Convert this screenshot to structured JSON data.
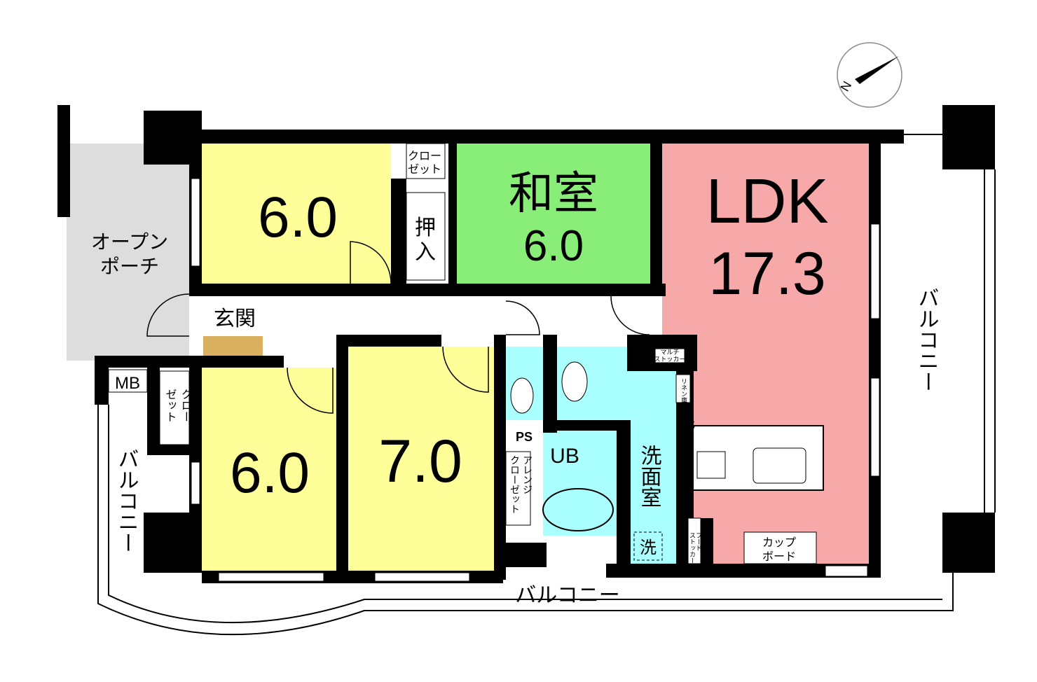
{
  "colors": {
    "western_room": "#ffff99",
    "washitsu": "#88ee77",
    "ldk": "#f7a8a8",
    "water": "#aaffff",
    "porch": "#dddddd",
    "wall": "#000000"
  },
  "compass": {
    "label": "N"
  },
  "rooms": {
    "room1": {
      "size": "6.0"
    },
    "closet1": {
      "l1": "クロー",
      "l2": "ゼット"
    },
    "oshiire": {
      "l1": "押",
      "l2": "入"
    },
    "washitsu": {
      "name": "和室",
      "size": "6.0"
    },
    "ldk": {
      "name": "LDK",
      "size": "17.3"
    },
    "porch": {
      "l1": "オープン",
      "l2": "ポーチ"
    },
    "genkan": {
      "name": "玄関"
    },
    "mb": {
      "name": "MB"
    },
    "closet2": {
      "l1": "クロー",
      "l2": "ゼット"
    },
    "room2": {
      "size": "6.0"
    },
    "room3": {
      "size": "7.0"
    },
    "arrange": {
      "l1": "アレンジ",
      "l2": "クローゼット"
    },
    "ps1": {
      "name": "PS"
    },
    "ps2": {
      "name": "PS"
    },
    "ub": {
      "name": "UB"
    },
    "senmen": {
      "name": "洗面室"
    },
    "sen": {
      "name": "洗"
    },
    "multi": {
      "l1": "マルチ",
      "l2": "ストッカー"
    },
    "linen": {
      "name": "リネン庫"
    },
    "food": {
      "l1": "フード",
      "l2": "ストッカー"
    },
    "cupboard": {
      "l1": "カップ",
      "l2": "ボード"
    }
  },
  "balconies": {
    "right": "バルコニー",
    "left": "バルコニー",
    "bottom": "バルコニー"
  }
}
